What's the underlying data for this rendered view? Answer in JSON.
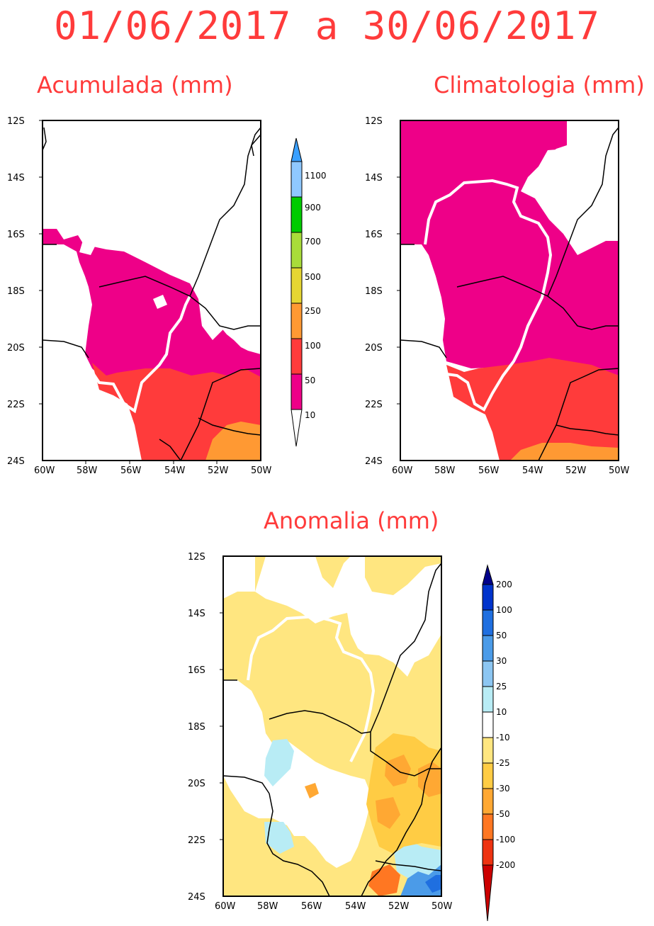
{
  "title": "01/06/2017 a 30/06/2017",
  "panels": {
    "accumulated": {
      "title": "Acumulada (mm)"
    },
    "climatology": {
      "title": "Climatologia (mm)"
    },
    "anomaly": {
      "title": "Anomalia (mm)"
    }
  },
  "axes": {
    "lat_ticks": [
      "12S",
      "14S",
      "16S",
      "18S",
      "20S",
      "22S",
      "24S"
    ],
    "lon_ticks": [
      "60W",
      "58W",
      "56W",
      "54W",
      "52W",
      "50W"
    ],
    "lat_range": [
      -24,
      -12
    ],
    "lon_range": [
      -60,
      -50
    ]
  },
  "colorbar_precip": {
    "labels": [
      "1100",
      "900",
      "700",
      "500",
      "250",
      "100",
      "50",
      "10"
    ],
    "colors": [
      "#3aa0ff",
      "#8fc8ff",
      "#00cc00",
      "#66d622",
      "#a9dc3a",
      "#e6d633",
      "#ff9933",
      "#ff3b3b",
      "#ee0088",
      "#ffffff"
    ]
  },
  "colorbar_anomaly": {
    "labels": [
      "200",
      "100",
      "50",
      "30",
      "25",
      "10",
      "-10",
      "-25",
      "-30",
      "-50",
      "-100",
      "-200"
    ],
    "colors": [
      "#00008b",
      "#0033cc",
      "#1f6fe0",
      "#4b9be8",
      "#8cc6f2",
      "#b8ecf5",
      "#ffffff",
      "#ffe680",
      "#ffcc44",
      "#ffa833",
      "#ff7722",
      "#ee3311",
      "#cc0000"
    ]
  },
  "region_colors": {
    "magenta": "#ee0088",
    "red": "#ff3b3b",
    "orange": "#ff9933",
    "light_yellow": "#ffe680",
    "yellow": "#ffcc44",
    "dark_orange": "#ffa833",
    "light_cyan": "#b8ecf5",
    "blue": "#4b9be8"
  }
}
